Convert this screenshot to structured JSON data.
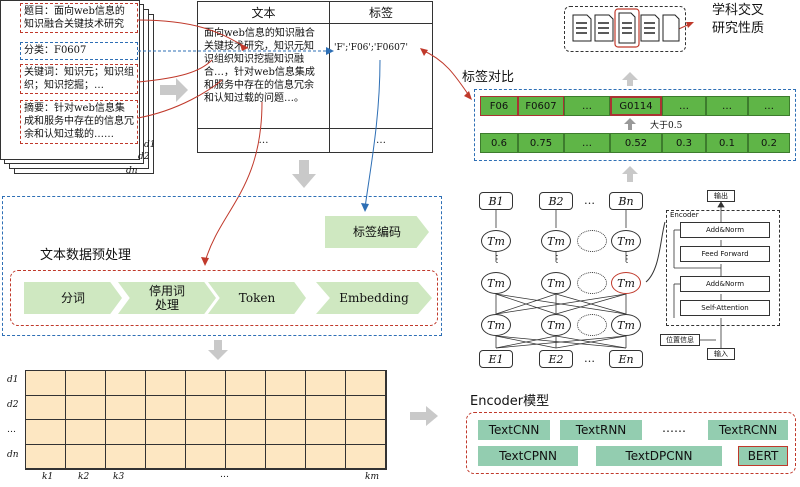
{
  "doc_stack": {
    "title_field": "题目：面向web信息的知识融合关键技术研究",
    "class_field": "分类：F0607",
    "keywords_field": "关键词：知识元；知识组织；知识挖掘；…",
    "abstract_field": "摘要：针对web信息集成和服务中存在的信息冗余和认知过载的……",
    "doc_labels": [
      "d1",
      "d2",
      "dn"
    ]
  },
  "table": {
    "col_text": "文本",
    "col_tag": "标签",
    "text_cell": "面向web信息的知识融合关键技术研究，知识元知识组织知识挖掘知识融合…，针对web信息集成和服务中存在的信息冗余和认知过载的问题…。",
    "tag_cell": "'F';'F06';'F0607'",
    "ellipsis1": "…",
    "ellipsis2": "…"
  },
  "preprocess": {
    "title": "文本数据预处理",
    "tag_encoding": "标签编码",
    "steps": [
      "分词",
      "停用词\n处理",
      "Token",
      "Embedding"
    ]
  },
  "matrix": {
    "row_labels": [
      "d1",
      "d2",
      "…",
      "dn"
    ],
    "col_labels": [
      "k1",
      "k2",
      "k3",
      "…",
      "km"
    ]
  },
  "top_right": {
    "result": "学科交叉\n研究性质",
    "compare_label": "标签对比",
    "greater_label": "大于0.5",
    "tags": [
      "F06",
      "F0607",
      "…",
      "G0114",
      "…",
      "…",
      "…"
    ],
    "scores": [
      "0.6",
      "0.75",
      "…",
      "0.52",
      "0.3",
      "0.1",
      "0.2"
    ]
  },
  "encoder_model": {
    "title": "Encoder模型",
    "b_nodes": [
      "B1",
      "B2",
      "Bn"
    ],
    "e_nodes": [
      "E1",
      "E2",
      "En"
    ],
    "tm": "Tm",
    "dots": "…",
    "vdots": "⋮",
    "detail": {
      "header": "输出",
      "encoder": "Encoder",
      "addnorm": "Add&Norm",
      "feedforward": "Feed Forward",
      "selfattention": "Self-Attention",
      "position": "位置信息",
      "input": "输入"
    }
  },
  "models": {
    "row1": [
      "TextCNN",
      "TextRNN",
      "……",
      "TextRCNN"
    ],
    "row2": [
      "TextCPNN",
      "TextDPCNN",
      "BERT"
    ]
  }
}
